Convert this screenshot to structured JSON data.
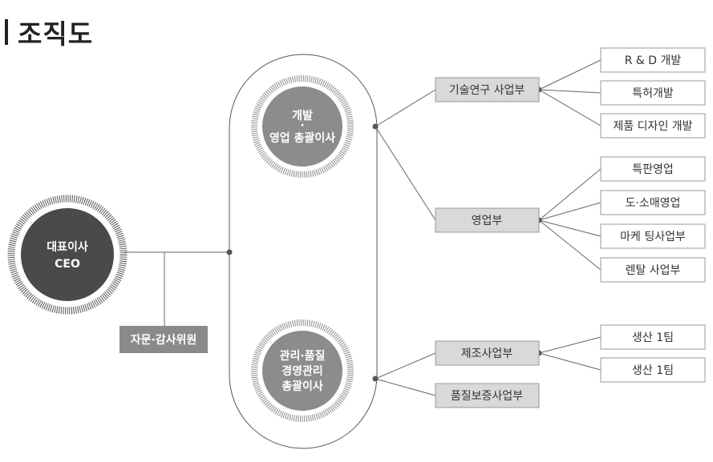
{
  "title": "조직도",
  "ceo": {
    "line1": "대표이사",
    "line2": "CEO"
  },
  "advisory": "자문·감사위원",
  "exec_dev": {
    "line1": "개발",
    "dot": "·",
    "line2": "영업 총괄이사"
  },
  "exec_mgmt": {
    "line1": "관리·품질",
    "line2": "경영관리",
    "line3": "총괄이사"
  },
  "departments": {
    "rnd": "기술연구 사업부",
    "sales": "영업부",
    "manufacturing": "제조사업부",
    "quality": "품질보증사업부"
  },
  "teams": {
    "rnd": [
      "R & D 개발",
      "특허개발",
      "제품 디자인 개발"
    ],
    "sales": [
      "특판영업",
      "도·소매영업",
      "마케 팅사업부",
      "렌탈 사업부"
    ],
    "manufacturing": [
      "생산 1팀",
      "생산 1팀"
    ]
  },
  "colors": {
    "ceo_circle": "#4a4a4a",
    "exec_circle": "#8c8c8c",
    "advisory_box": "#8a8a8a",
    "dept_box": "#d9d9d9",
    "team_box": "#ffffff",
    "line": "#666666"
  }
}
